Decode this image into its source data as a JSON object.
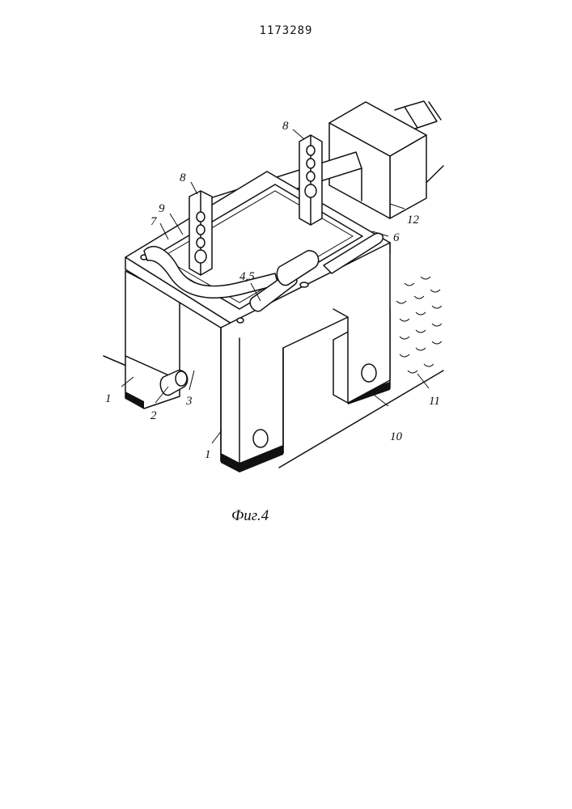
{
  "document": {
    "patent_number": "1173289",
    "figure_caption": "Фиг.4"
  },
  "labels": {
    "l1a": "1",
    "l1b": "1",
    "l2": "2",
    "l3": "3",
    "l45": "4,5",
    "l6": "6",
    "l7": "7",
    "l8a": "8",
    "l8b": "8",
    "l9": "9",
    "l10": "10",
    "l11": "11",
    "l12": "12"
  }
}
